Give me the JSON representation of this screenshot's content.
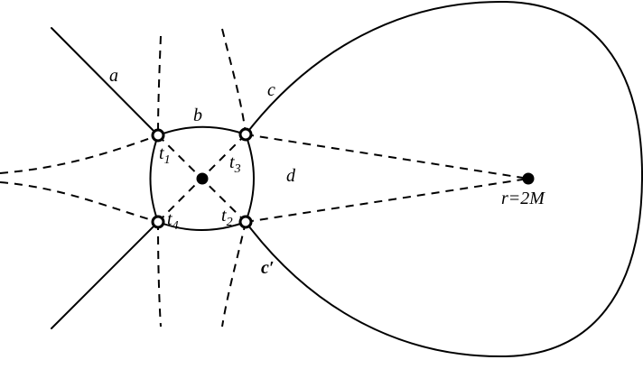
{
  "diagram": {
    "labels": {
      "a": "a",
      "b": "b",
      "c": "c",
      "c_prime": "c′",
      "d": "d",
      "t1": "t",
      "t1_sub": "1",
      "t2": "t",
      "t2_sub": "2",
      "t3": "t",
      "t3_sub": "3",
      "t4": "t",
      "t4_sub": "4",
      "horizon": "r=2M"
    },
    "colors": {
      "stroke": "#000000",
      "background": "#ffffff"
    }
  }
}
